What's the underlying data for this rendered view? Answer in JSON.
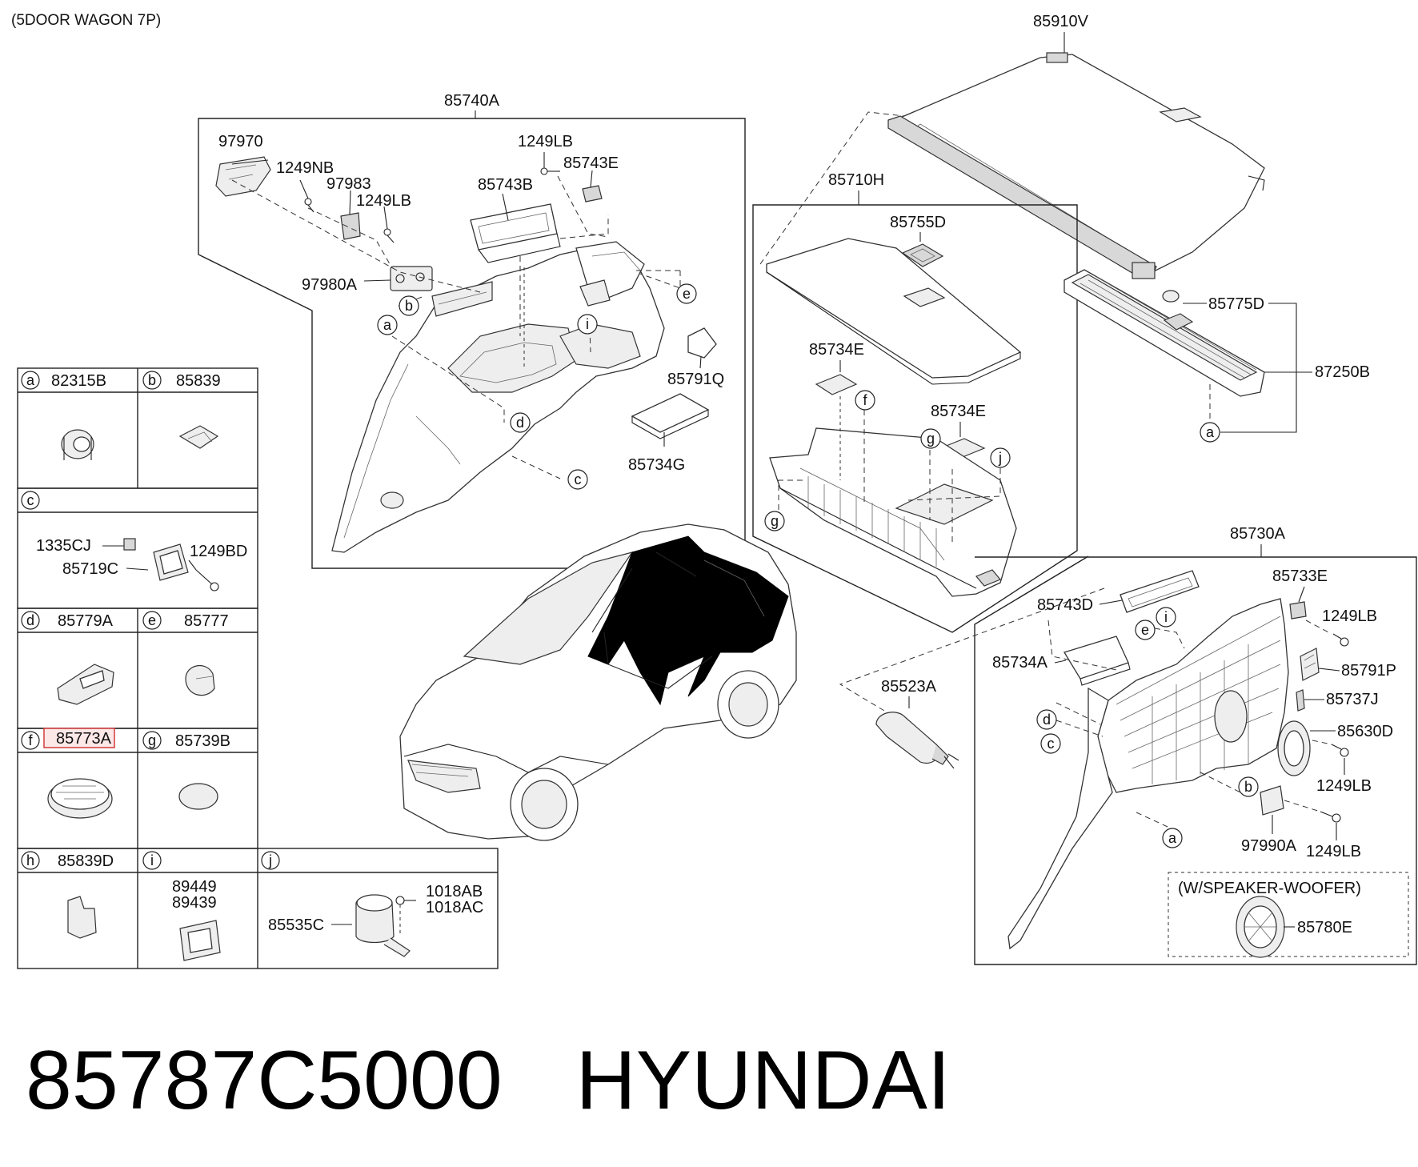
{
  "header": {
    "variant": "(5DOOR WAGON 7P)"
  },
  "footer": {
    "part_number": "85787C5000",
    "brand": "HYUNDAI"
  },
  "legend": {
    "a": {
      "letter": "a",
      "code": "82315B"
    },
    "b": {
      "letter": "b",
      "code": "85839"
    },
    "c": {
      "letter": "c",
      "parts": [
        "1335CJ",
        "85719C",
        "1249BD"
      ]
    },
    "d": {
      "letter": "d",
      "code": "85779A"
    },
    "e": {
      "letter": "e",
      "code": "85777"
    },
    "f": {
      "letter": "f",
      "code": "85773A"
    },
    "g": {
      "letter": "g",
      "code": "85739B"
    },
    "h": {
      "letter": "h",
      "code": "85839D"
    },
    "i": {
      "letter": "i",
      "codes": [
        "89449",
        "89439"
      ]
    },
    "j": {
      "letter": "j",
      "parts": [
        "85535C",
        "1018AB",
        "1018AC"
      ]
    }
  },
  "groups": {
    "left_trim": {
      "title": "85740A",
      "parts": [
        "97970",
        "1249NB",
        "97983",
        "1249LB",
        "97980A",
        "1249LB",
        "85743E",
        "85743B",
        "85791Q",
        "85734G"
      ],
      "callouts": [
        "a",
        "b",
        "c",
        "d",
        "e",
        "i"
      ]
    },
    "luggage_tray": {
      "title": "85710H",
      "parts": [
        "85755D",
        "85734E",
        "85734E"
      ],
      "callouts": [
        "f",
        "g",
        "g",
        "j"
      ]
    },
    "cover": {
      "title": "85910V"
    },
    "transverse_trim": {
      "parts": [
        "85775D",
        "87250B"
      ],
      "callouts": [
        "a"
      ]
    },
    "right_trim": {
      "title": "85730A",
      "parts": [
        "85733E",
        "85743D",
        "1249LB",
        "85734A",
        "85791P",
        "85737J",
        "85630D",
        "1249LB",
        "97990A",
        "1249LB"
      ],
      "callouts": [
        "e",
        "i",
        "d",
        "c",
        "b",
        "a"
      ],
      "option": {
        "label": "(W/SPEAKER-WOOFER)",
        "part": "85780E"
      }
    },
    "extinguisher": {
      "part": "85523A"
    }
  },
  "colors": {
    "line": "#222222",
    "highlight": "#d23c3c",
    "car_interior": "#000000"
  }
}
